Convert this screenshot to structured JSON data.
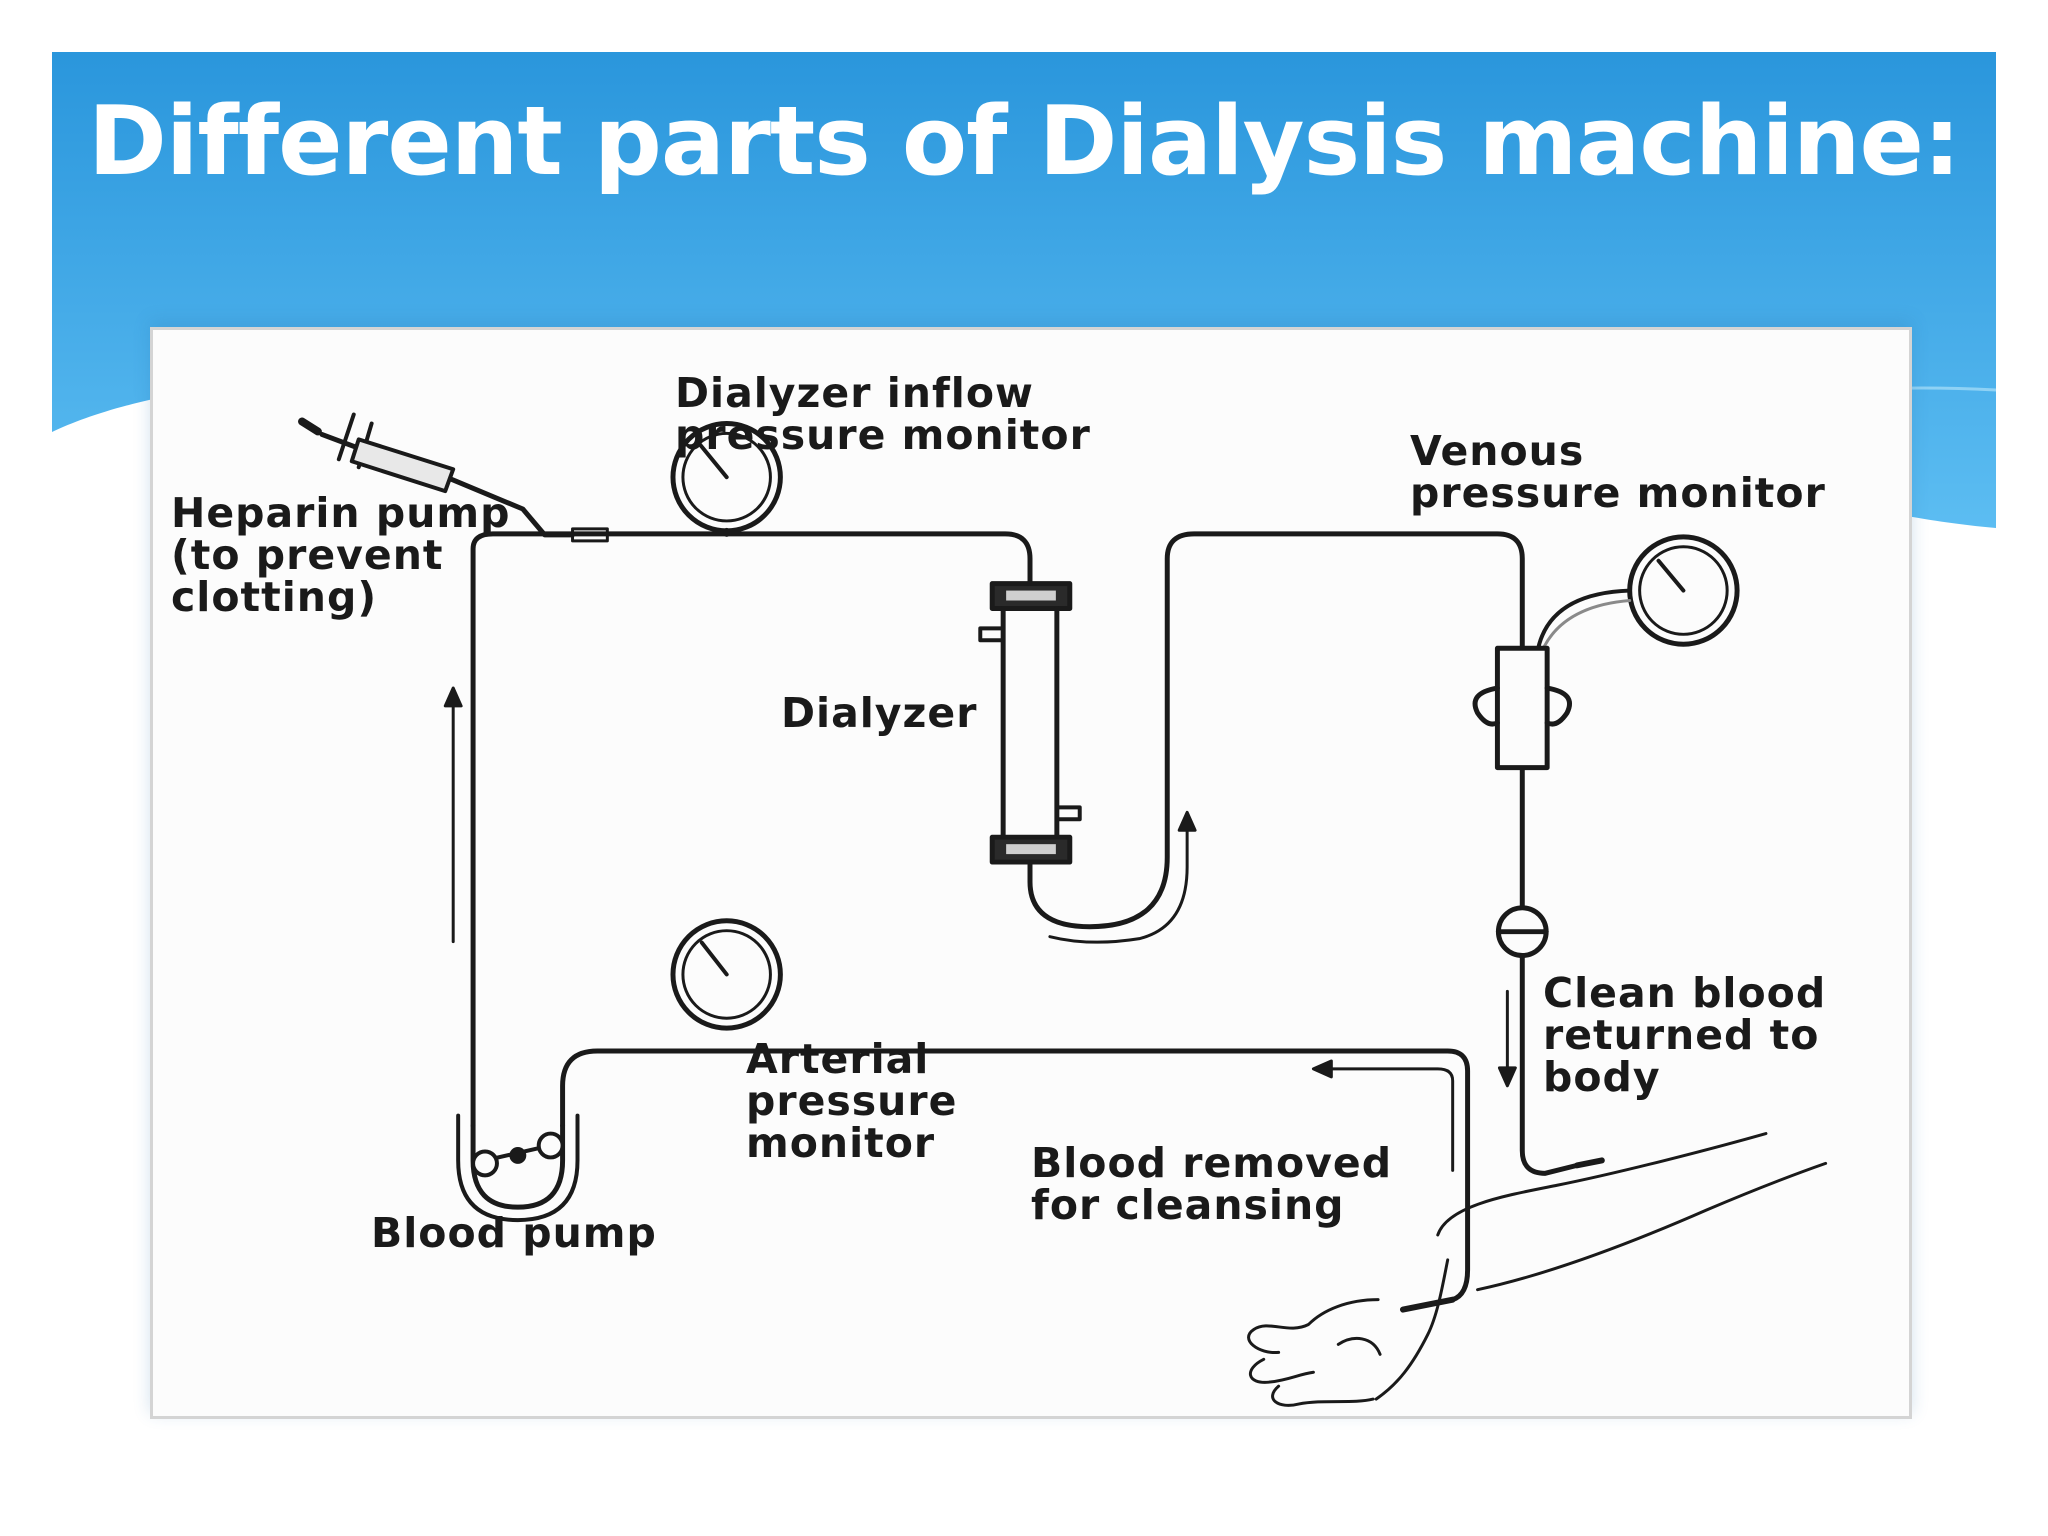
{
  "slide": {
    "title": "Different parts of Dialysis machine:"
  },
  "diagram": {
    "labels": {
      "heparin_pump": [
        "Heparin pump",
        "(to prevent",
        "clotting)"
      ],
      "dialyzer_inflow_monitor": [
        "Dialyzer inflow",
        "pressure monitor"
      ],
      "venous_monitor": [
        "Venous",
        "pressure monitor"
      ],
      "dialyzer": [
        "Dialyzer"
      ],
      "clean_blood": [
        "Clean blood",
        "returned to",
        "body"
      ],
      "arterial_monitor": [
        "Arterial",
        "pressure",
        "monitor"
      ],
      "blood_removed": [
        "Blood removed",
        "for cleansing"
      ],
      "blood_pump": [
        "Blood pump"
      ]
    }
  },
  "colors": {
    "header_top": "#2a96dc",
    "header_bottom": "#5cbdf2",
    "title_text": "#ffffff",
    "line_art": "#1a1a1a"
  },
  "icons": [
    "syringe-icon",
    "pressure-gauge-icon",
    "dialyzer-cartridge-icon",
    "air-trap-icon",
    "clamp-valve-icon",
    "roller-pump-icon",
    "arm-illustration"
  ]
}
